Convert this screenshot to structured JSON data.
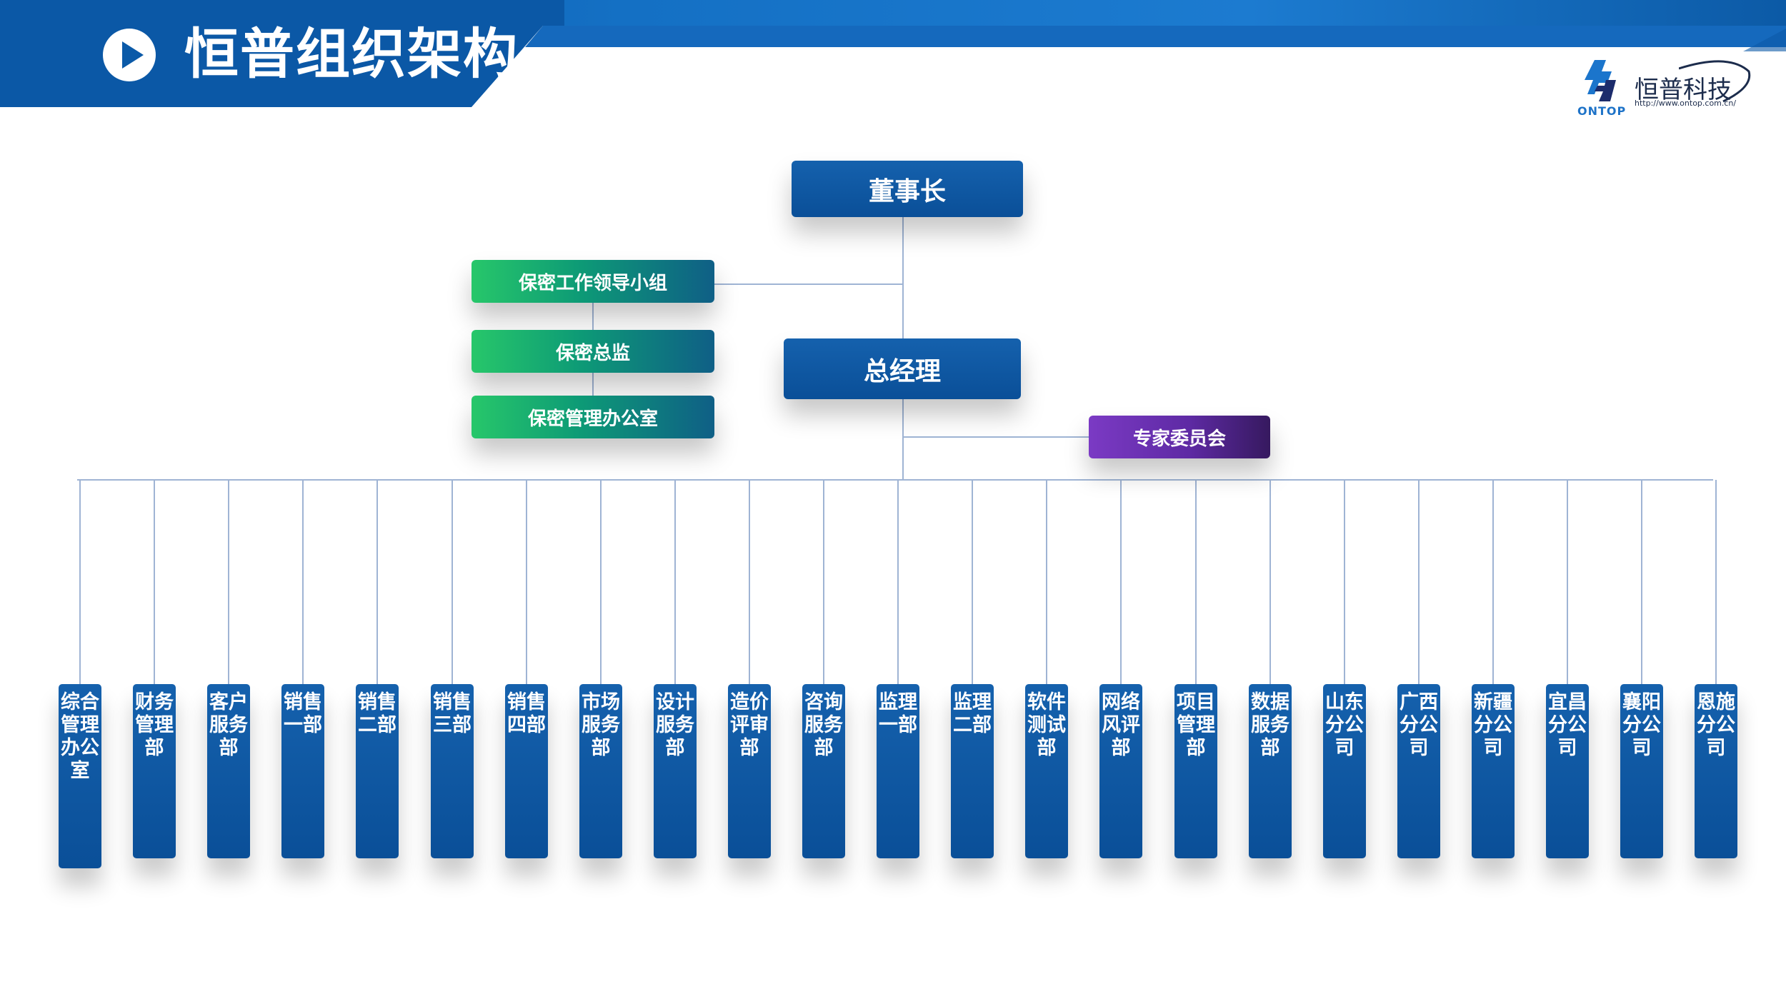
{
  "header": {
    "title": "恒普组织架构",
    "colors": {
      "band": "#0b5aa8",
      "band_light": "#1c7bd0"
    }
  },
  "logo": {
    "name": "恒普科技",
    "sub": "ONTOP",
    "url": "http://www.ontop.com.cn/"
  },
  "org": {
    "chairman": "董事长",
    "general_manager": "总经理",
    "secrecy_group": "保密工作领导小组",
    "secrecy_director": "保密总监",
    "secrecy_office": "保密管理办公室",
    "expert_committee": "专家委员会",
    "departments": [
      "综合管理办公室",
      "财务管理部",
      "客户服务部",
      "销售一部",
      "销售二部",
      "销售三部",
      "销售四部",
      "市场服务部",
      "设计服务部",
      "造价评审部",
      "咨询服务部",
      "监理一部",
      "监理二部",
      "软件测试部",
      "网络风评部",
      "项目管理部",
      "数据服务部",
      "山东分公司",
      "广西分公司",
      "新疆分公司",
      "宜昌分公司",
      "襄阳分公司",
      "恩施分公司"
    ]
  }
}
